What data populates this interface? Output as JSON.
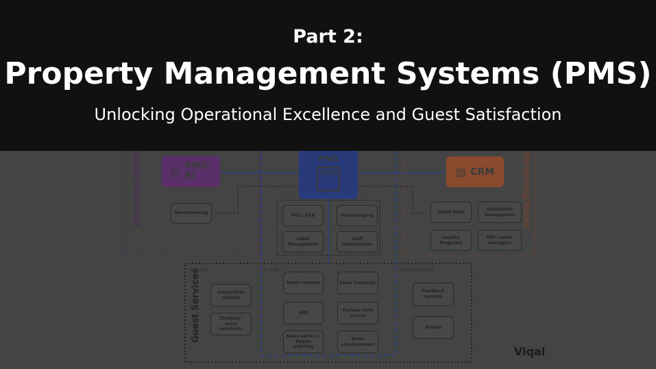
{
  "banner": {
    "part": "Part 2:",
    "title": "Property Management Systems (PMS)",
    "subtitle": "Unlocking Operational Excellence and Guest Satisfaction"
  },
  "diagram": {
    "zones": {
      "revenue": "Revenue Optimization",
      "marketing": "Marketing/Sales",
      "guest": "Guest Services"
    },
    "core": {
      "pms": "PMS",
      "hotel": "HOTEL",
      "rms": "RMS/ BI",
      "crm": "CRM"
    },
    "revenue_items": [
      "Benchmarking"
    ],
    "ops_items": [
      "POS / F&B",
      "Housekeeping",
      "Labor Management",
      "Staff collaboration"
    ],
    "marketing_items": [
      "Upsell tools",
      "Reputation management",
      "Loyalty Programs",
      "MIP / event managers"
    ],
    "phases": [
      "Pre-stay",
      "In-suite",
      "During/post stay"
    ],
    "prestay_items": [
      "Contactless checkin",
      "Chatbots / voice assistants"
    ],
    "insuite_items": [
      "Room controls",
      "Voice Concierge",
      "Wifi",
      "Keyless room access",
      "Room service / Mobile ordering",
      "Room entertainment"
    ],
    "poststay_items": [
      "Feedback surveys",
      "Robots"
    ],
    "logo": "Viqal",
    "colors": {
      "banner": "#111111",
      "rms": "#5a2f6a",
      "pms": "#283a7a",
      "crm": "#8a4a2e",
      "revenue_zone": "#4b2f55",
      "marketing_zone": "#6a4333",
      "blue_dash": "#2c3d7d"
    }
  }
}
